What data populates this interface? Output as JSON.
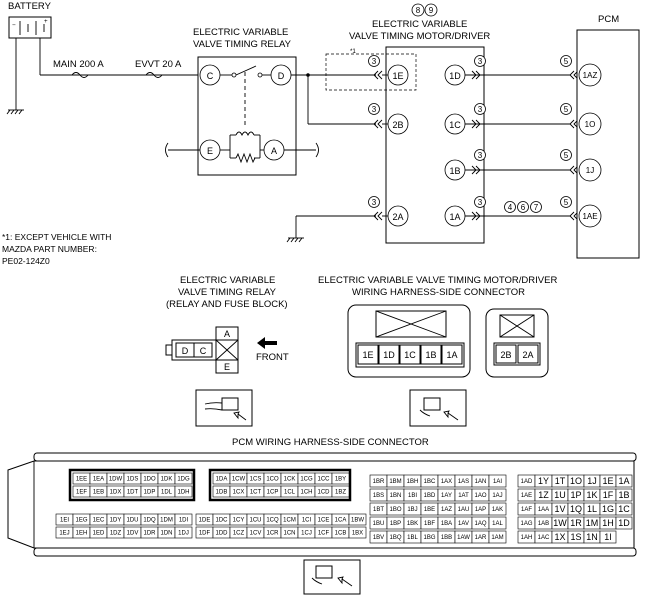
{
  "battery": {
    "label": "BATTERY",
    "minus": "−",
    "plus": "+"
  },
  "fuses": {
    "main": "MAIN 200 A",
    "evvt": "EVVT 20 A"
  },
  "relay": {
    "title_line1": "ELECTRIC VARIABLE",
    "title_line2": "VALVE TIMING RELAY",
    "pins": [
      "C",
      "D",
      "E",
      "A"
    ]
  },
  "driver": {
    "markers": [
      "8",
      "9"
    ],
    "title_line1": "ELECTRIC VARIABLE",
    "title_line2": "VALVE TIMING MOTOR/DRIVER",
    "left_pins": [
      "1E",
      "2B",
      "2A"
    ],
    "right_pins": [
      "1D",
      "1C",
      "1B",
      "1A"
    ],
    "asterisk": "*1"
  },
  "pcm": {
    "label": "PCM",
    "pins": [
      "1AZ",
      "1O",
      "1J",
      "1AE"
    ]
  },
  "wire_markers": {
    "three": "3",
    "five": "5",
    "list": [
      "4",
      "6",
      "7"
    ]
  },
  "note": {
    "line1": "*1: EXCEPT VEHICLE WITH",
    "line2": "MAZDA PART NUMBER:",
    "line3": "PE02-124Z0"
  },
  "relay_connector": {
    "title_line1": "ELECTRIC VARIABLE",
    "title_line2": "VALVE TIMING RELAY",
    "title_line3": "(RELAY AND FUSE BLOCK)",
    "pins": [
      "D",
      "C",
      "A",
      "E"
    ],
    "front": "FRONT"
  },
  "driver_connector": {
    "title_line1": "ELECTRIC VARIABLE VALVE TIMING MOTOR/DRIVER",
    "title_line2": "WIRING HARNESS-SIDE CONNECTOR",
    "pins_a": [
      "1E",
      "1D",
      "1C",
      "1B",
      "1A"
    ],
    "pins_b": [
      "2B",
      "2A"
    ]
  },
  "pcm_connector": {
    "title": "PCM WIRING HARNESS-SIDE CONNECTOR",
    "block1": [
      [
        "1EE",
        "1EA",
        "1DW",
        "1DS",
        "1DO",
        "1DK",
        "1DG"
      ],
      [
        "1EF",
        "1EB",
        "1DX",
        "1DT",
        "1DP",
        "1DL",
        "1DH"
      ],
      [
        "1EI",
        "1EG",
        "1EC",
        "1DY",
        "1DU",
        "1DQ",
        "1DM",
        "1DI"
      ],
      [
        "1EJ",
        "1EH",
        "1ED",
        "1DZ",
        "1DV",
        "1DR",
        "1DN",
        "1DJ"
      ]
    ],
    "block2": [
      [
        "1DA",
        "1CW",
        "1CS",
        "1CO",
        "1CK",
        "1CG",
        "1CC",
        "1BY"
      ],
      [
        "1DB",
        "1CX",
        "1CT",
        "1CP",
        "1CL",
        "1CH",
        "1CD",
        "1BZ"
      ],
      [
        "1DE",
        "1DC",
        "1CY",
        "1CU",
        "1CQ",
        "1CM",
        "1CI",
        "1CE",
        "1CA",
        "1BW"
      ],
      [
        "1DF",
        "1DD",
        "1CZ",
        "1CV",
        "1CR",
        "1CN",
        "1CJ",
        "1CF",
        "1CB",
        "1BX"
      ]
    ],
    "block3": [
      [
        "1BR",
        "1BM",
        "1BH",
        "1BC",
        "1AX",
        "1AS",
        "1AN",
        "1AI"
      ],
      [
        "1BS",
        "1BN",
        "1BI",
        "1BD",
        "1AY",
        "1AT",
        "1AO",
        "1AJ"
      ],
      [
        "1BT",
        "1BO",
        "1BJ",
        "1BE",
        "1AZ",
        "1AU",
        "1AP",
        "1AK"
      ],
      [
        "1BU",
        "1BP",
        "1BK",
        "1BF",
        "1BA",
        "1AV",
        "1AQ",
        "1AL"
      ],
      [
        "1BV",
        "1BQ",
        "1BL",
        "1BG",
        "1BB",
        "1AW",
        "1AR",
        "1AM"
      ]
    ],
    "block4": [
      [
        "1AD",
        "1Y",
        "1T",
        "1O",
        "1J",
        "1E",
        "1A"
      ],
      [
        "1AE",
        "1Z",
        "1U",
        "1P",
        "1K",
        "1F",
        "1B"
      ],
      [
        "1AF",
        "1AA",
        "1V",
        "1Q",
        "1L",
        "1G",
        "1C"
      ],
      [
        "1AG",
        "1AB",
        "1W",
        "1R",
        "1M",
        "1H",
        "1D"
      ],
      [
        "1AH",
        "1AC",
        "1X",
        "1S",
        "1N",
        "1I",
        ""
      ]
    ]
  }
}
